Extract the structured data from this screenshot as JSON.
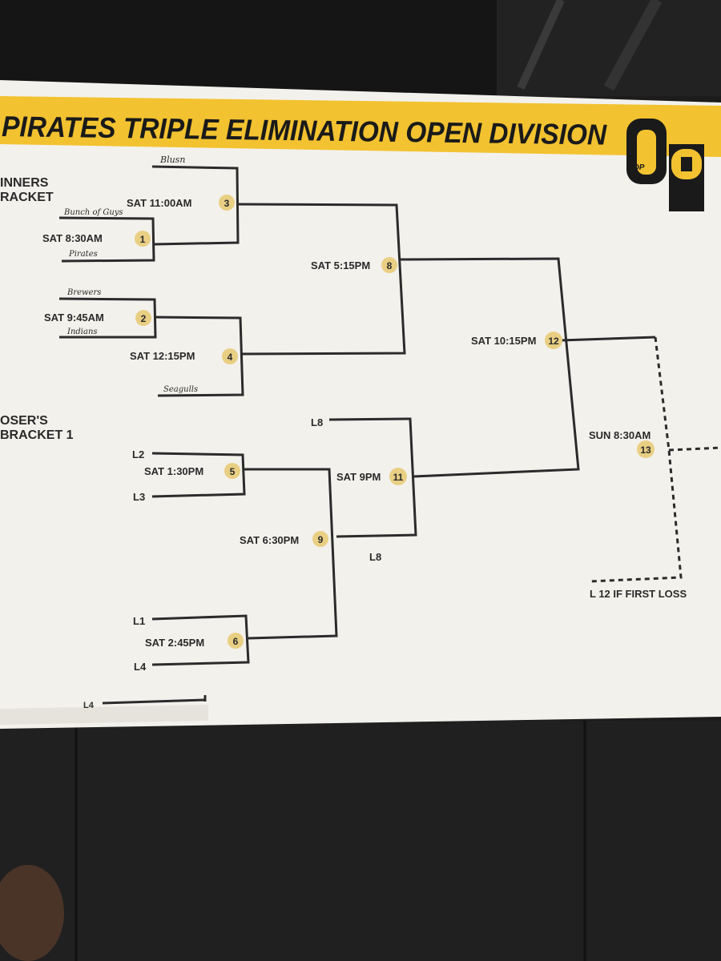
{
  "poster": {
    "title": "PIRATES TRIPLE ELIMINATION OPEN DIVISION",
    "logo_letters": "QP",
    "colors": {
      "gold": "#f2c230",
      "paper": "#f3f1ec",
      "ink": "#2b2b2b",
      "badge": "#e9cf83"
    }
  },
  "sections": {
    "winners_line1": "INNERS",
    "winners_line2": "RACKET",
    "losers_line1": "OSER'S",
    "losers_line2": "BRACKET 1"
  },
  "teams": {
    "blush": "Blusn",
    "bunch_of_guys": "Bunch of Guys",
    "pirates": "Pirates",
    "brewers": "Brewers",
    "indians": "Indians",
    "seagulls": "Seagulls"
  },
  "games": {
    "g1": {
      "time": "SAT 8:30AM",
      "num": "1"
    },
    "g2": {
      "time": "SAT 9:45AM",
      "num": "2"
    },
    "g3": {
      "time": "SAT 11:00AM",
      "num": "3"
    },
    "g4": {
      "time": "SAT 12:15PM",
      "num": "4"
    },
    "g5": {
      "time": "SAT 1:30PM",
      "num": "5"
    },
    "g6": {
      "time": "SAT 2:45PM",
      "num": "6"
    },
    "g8": {
      "time": "SAT 5:15PM",
      "num": "8"
    },
    "g9": {
      "time": "SAT 6:30PM",
      "num": "9"
    },
    "g11": {
      "time": "SAT 9PM",
      "num": "11"
    },
    "g12": {
      "time": "SAT 10:15PM",
      "num": "12"
    },
    "g13": {
      "time": "SUN 8:30AM",
      "num": "13"
    }
  },
  "slots": {
    "l2": "L2",
    "l3": "L3",
    "l1": "L1",
    "l4": "L4",
    "l4_partial": "L4",
    "l8_top": "L8",
    "l8_bottom": "L8",
    "l12_note": "L 12 IF FIRST LOSS"
  }
}
